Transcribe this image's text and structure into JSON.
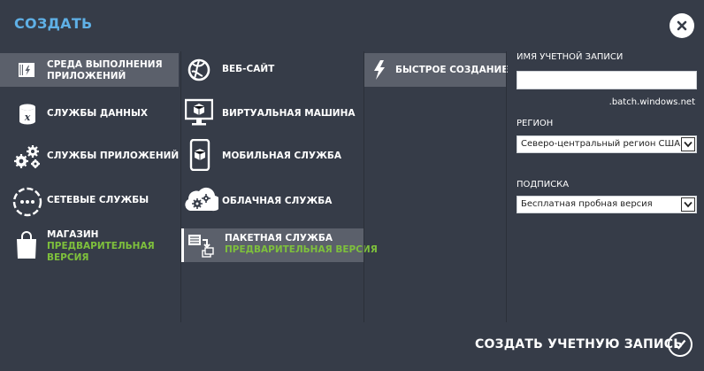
{
  "dialog": {
    "title": "СОЗДАТЬ",
    "close_icon": "close-icon"
  },
  "categories": [
    {
      "line1": "СРЕДА ВЫПОЛНЕНИЯ",
      "line2": "ПРИЛОЖЕНИЙ",
      "icon": "compute-icon",
      "selected": true
    },
    {
      "line1": "СЛУЖБЫ ДАННЫХ",
      "icon": "data-services-icon"
    },
    {
      "line1": "СЛУЖБЫ ПРИЛОЖЕНИЙ",
      "icon": "app-services-icon"
    },
    {
      "line1": "СЕТЕВЫЕ СЛУЖБЫ",
      "icon": "network-services-icon"
    },
    {
      "line1": "МАГАЗИН",
      "sub1": "ПРЕДВАРИТЕЛЬНАЯ",
      "sub2": "ВЕРСИЯ",
      "icon": "store-bag-icon"
    }
  ],
  "services": [
    {
      "label": "ВЕБ-САЙТ",
      "icon": "website-icon"
    },
    {
      "label": "ВИРТУАЛЬНАЯ МАШИНА",
      "icon": "virtual-machine-icon"
    },
    {
      "label": "МОБИЛЬНАЯ СЛУЖБА",
      "icon": "mobile-service-icon"
    },
    {
      "label": "ОБЛАЧНАЯ СЛУЖБА",
      "icon": "cloud-service-icon"
    },
    {
      "label": "ПАКЕТНАЯ СЛУЖБА",
      "sub": "ПРЕДВАРИТЕЛЬНАЯ ВЕРСИЯ",
      "icon": "batch-service-icon",
      "selected": true
    }
  ],
  "options": [
    {
      "label": "БЫСТРОЕ СОЗДАНИЕ",
      "icon": "lightning-icon",
      "selected": true
    }
  ],
  "form": {
    "account_label": "ИМЯ УЧЕТНОЙ ЗАПИСИ",
    "account_value": "",
    "account_suffix": ".batch.windows.net",
    "region_label": "РЕГИОН",
    "region_value": "Северо-центральный регион США",
    "subscription_label": "ПОДПИСКА",
    "subscription_value": "Бесплатная пробная версия"
  },
  "footer": {
    "create_label": "СОЗДАТЬ УЧЕТНУЮ ЗАПИСЬ",
    "check_icon": "checkmark-icon"
  },
  "colors": {
    "background": "#363c48",
    "title": "#5fb0e6",
    "selected": "#5b606b",
    "preview_green": "#7ec03c"
  }
}
